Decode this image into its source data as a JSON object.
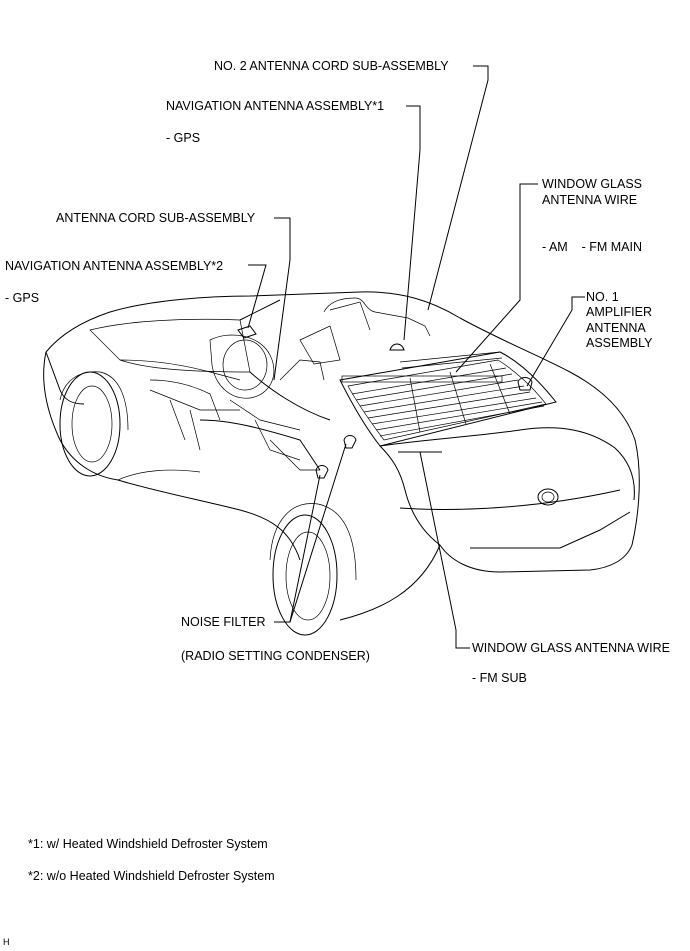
{
  "labels": {
    "no2_antenna_cord": "NO. 2 ANTENNA CORD SUB-ASSEMBLY",
    "nav_antenna_1": "NAVIGATION ANTENNA ASSEMBLY*1",
    "nav_antenna_1_sub": "- GPS",
    "window_glass_wire_top_1": "WINDOW GLASS",
    "window_glass_wire_top_2": "ANTENNA WIRE",
    "window_glass_wire_top_sub": "- AM    - FM MAIN",
    "antenna_cord": "ANTENNA CORD SUB-ASSEMBLY",
    "nav_antenna_2": "NAVIGATION ANTENNA ASSEMBLY*2",
    "nav_antenna_2_sub": "- GPS",
    "amplifier_1": "NO. 1",
    "amplifier_2": "AMPLIFIER",
    "amplifier_3": "ANTENNA",
    "amplifier_4": "ASSEMBLY",
    "noise_filter": "NOISE FILTER",
    "noise_filter_sub": "(RADIO SETTING CONDENSER)",
    "window_glass_wire_bottom": "WINDOW GLASS ANTENNA WIRE",
    "window_glass_wire_bottom_sub": "- FM SUB"
  },
  "footnotes": {
    "note1": "*1: w/ Heated Windshield Defroster System",
    "note2": "*2: w/o Heated Windshield Defroster System"
  },
  "corner_mark": "H"
}
